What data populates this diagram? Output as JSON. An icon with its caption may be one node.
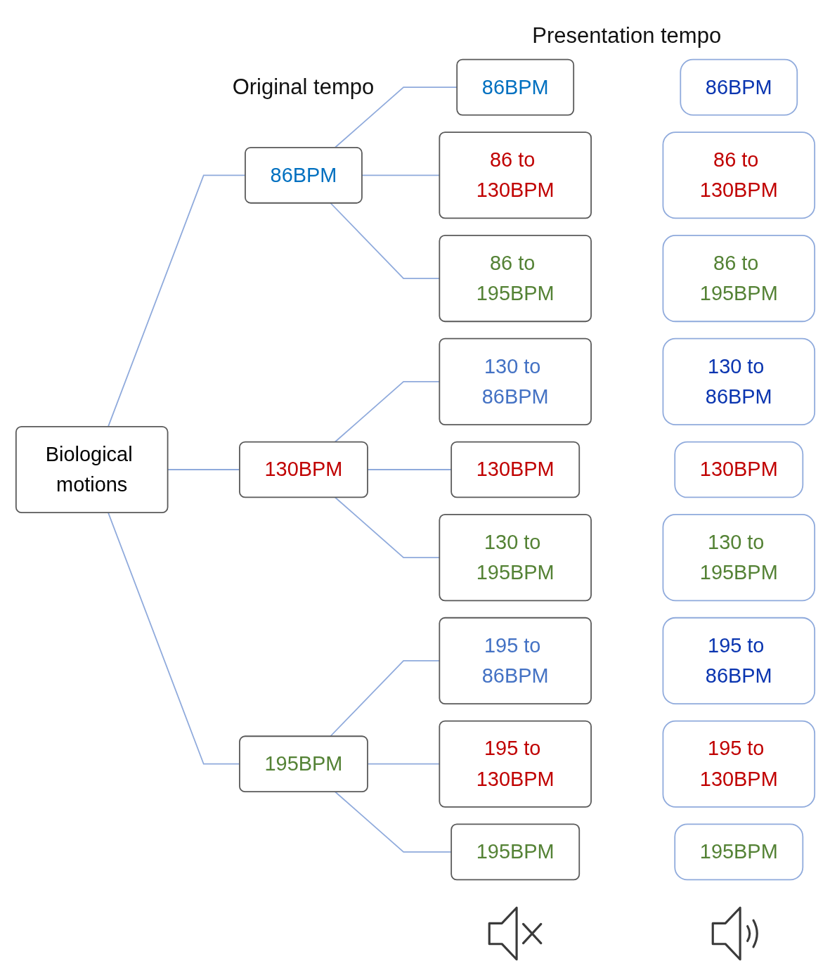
{
  "diagram": {
    "nodes": [
      {
        "text": [
          "Biological motions"
        ]
      },
      {
        "text": [
          "86BPM"
        ]
      },
      {
        "text": [
          "86BPM"
        ]
      },
      {
        "text": [
          "86 to 130BPM"
        ]
      },
      {
        "text": [
          "86 to 195BPM"
        ]
      },
      {
        "text": [
          "130BPM"
        ]
      },
      {
        "text": [
          "130 to 86BPM"
        ]
      },
      {
        "text": [
          "130BPM"
        ]
      },
      {
        "text": [
          "130 to 195BPM"
        ]
      },
      {
        "text": [
          "195BPM"
        ]
      },
      {
        "text": [
          "195 to 86BPM"
        ]
      },
      {
        "text": [
          "195 to 130BPM"
        ]
      },
      {
        "text": [
          "195BPM"
        ]
      },
      {
        "text": [
          "86BPM"
        ]
      },
      {
        "text": [
          "86 to 130BPM"
        ]
      },
      {
        "text": [
          "86 to 195BPM"
        ]
      },
      {
        "text": [
          "130 to 86BPM"
        ]
      },
      {
        "text": [
          "130BPM"
        ]
      },
      {
        "text": [
          "130 to 195BPM"
        ]
      },
      {
        "text": [
          "195 to 86BPM"
        ]
      },
      {
        "text": [
          "195 to 130BPM"
        ]
      },
      {
        "text": [
          "195BPM"
        ]
      }
    ],
    "edges": [
      {
        "from": 0,
        "to": 1,
        "arrow": "none"
      },
      {
        "from": 0,
        "to": 5,
        "arrow": "none"
      },
      {
        "from": 0,
        "to": 9,
        "arrow": "none"
      },
      {
        "from": 1,
        "to": 2,
        "arrow": "none"
      },
      {
        "from": 1,
        "to": 3,
        "arrow": "none"
      },
      {
        "from": 1,
        "to": 4,
        "arrow": "none"
      },
      {
        "from": 5,
        "to": 6,
        "arrow": "none"
      },
      {
        "from": 5,
        "to": 7,
        "arrow": "none"
      },
      {
        "from": 5,
        "to": 8,
        "arrow": "none"
      },
      {
        "from": 9,
        "to": 10,
        "arrow": "none"
      },
      {
        "from": 9,
        "to": 11,
        "arrow": "none"
      },
      {
        "from": 9,
        "to": 12,
        "arrow": "none"
      }
    ],
    "labels": [
      "Presentation tempo",
      "Original tempo"
    ]
  }
}
